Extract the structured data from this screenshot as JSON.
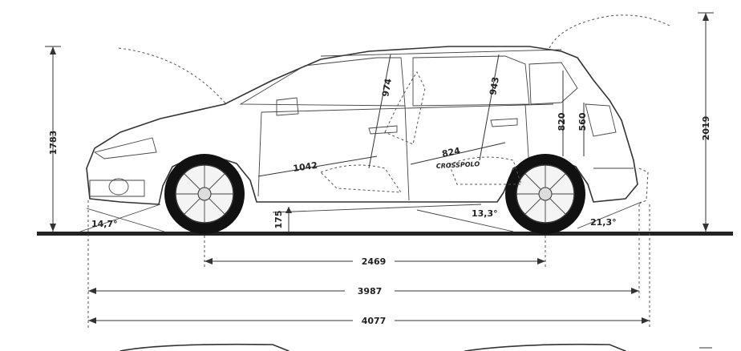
{
  "diagram": {
    "overall_height_1": "1783",
    "overall_height_2": "2019",
    "headroom_front": "974",
    "headroom_rear": "943",
    "trunk_height": "820",
    "trunk_sill": "560",
    "front_legroom": "1042",
    "rear_legroom": "824",
    "ground_clearance": "175",
    "approach_angle": "14,7°",
    "ramp_angle": "13,3°",
    "departure_angle": "21,3°",
    "wheelbase": "2469",
    "length_body": "3987",
    "length_total": "4077",
    "badge": "CROSSPOLO"
  }
}
